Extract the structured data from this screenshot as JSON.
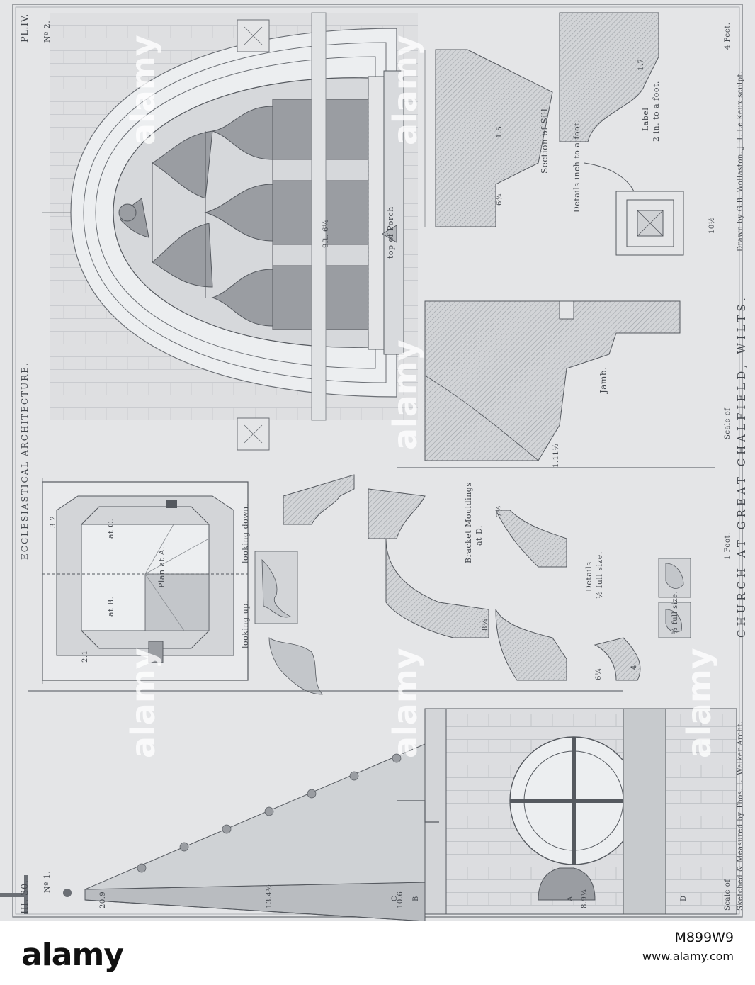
{
  "plate": {
    "header_left": "III. 30.",
    "header_center": "ECCLESIASTICAL ARCHITECTURE.",
    "header_right": "PL.IV.",
    "fig_1": "Nº 1.",
    "fig_2": "Nº 2.",
    "footer_center": "CHURCH AT GREAT CHALFIELD, WILTS.",
    "credit_left_1": "Scale of",
    "credit_left_2": "Sketched & Measured by Thos. L. Walker Archt.",
    "credit_right": "Drawn by G.B. Wollaston.   J.H. Le Keux sculpt.",
    "scale_mid": "Scale of",
    "scale_feet": "4 Feet.",
    "scale_foot": "1 Foot."
  },
  "labels": {
    "top_of_porch": "top of Porch",
    "jamb": "Jamb.",
    "section_of_sill": "Section of Sill",
    "details_inch": "Details inch to a foot.",
    "label_scale_1": "Label",
    "label_scale_2": "2 in. to a foot.",
    "plan_at_a": "Plan at A.",
    "at_b": "at B.",
    "at_c": "at C.",
    "looking_up": "looking up.",
    "looking_down": "looking down.",
    "bracket_mouldings_1": "Bracket Mouldings",
    "bracket_mouldings_2": "at D.",
    "details_full_1": "Details",
    "details_full_2": "½ full size.",
    "half_full_size": "½ full size.",
    "letter_a": "A",
    "letter_b": "B",
    "letter_c": "C",
    "letter_d": "D"
  },
  "dimensions": {
    "window_width": "9ft. 6¼",
    "d_1ft5": "1.5",
    "d_6_3_4": "6¾",
    "d_10_1_2": "10½",
    "d_1ft7": "1.7",
    "d_1ft11_1_2": "1.11½",
    "d_2ft1": "2.1",
    "d_3ft2": "3.2",
    "d_8_3_4": "8¾",
    "d_7_1_2": "7½",
    "d_4": "4",
    "d_6_1_4": "6¼",
    "d_spire_1": "13.4½",
    "d_spire_2": "10.6",
    "d_spire_3": "20.9",
    "d_spire_4": "8.9¼"
  },
  "watermarks": {
    "text": "alamy",
    "footer_id": "M899W9",
    "footer_url": "www.alamy.com"
  },
  "colors": {
    "paper": "#e4e5e7",
    "ink": "#44484e",
    "glass": "#9a9da2",
    "hatch": "#b9bcc0"
  }
}
